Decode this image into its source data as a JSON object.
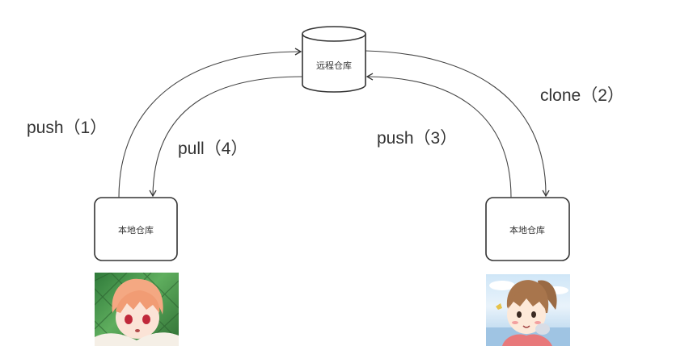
{
  "diagram": {
    "type": "git-workflow",
    "nodes": {
      "remote": {
        "label": "远程仓库",
        "shape": "cylinder"
      },
      "local_left": {
        "label": "本地仓库",
        "shape": "rounded-rect"
      },
      "local_right": {
        "label": "本地仓库",
        "shape": "rounded-rect"
      }
    },
    "edges": [
      {
        "id": "push1",
        "label": "push（1）",
        "from": "local_left",
        "to": "remote"
      },
      {
        "id": "pull4",
        "label": "pull（4）",
        "from": "remote",
        "to": "local_left"
      },
      {
        "id": "clone2",
        "label": "clone（2）",
        "from": "remote",
        "to": "local_right"
      },
      {
        "id": "push3",
        "label": "push（3）",
        "from": "local_right",
        "to": "remote"
      }
    ],
    "avatars": {
      "left": {
        "description": "anime boy with orange hair, green fence background"
      },
      "right": {
        "description": "anime girl with brown ponytail, sky background"
      }
    },
    "colors": {
      "stroke": "#333333",
      "text": "#333333",
      "background": "#ffffff"
    }
  }
}
